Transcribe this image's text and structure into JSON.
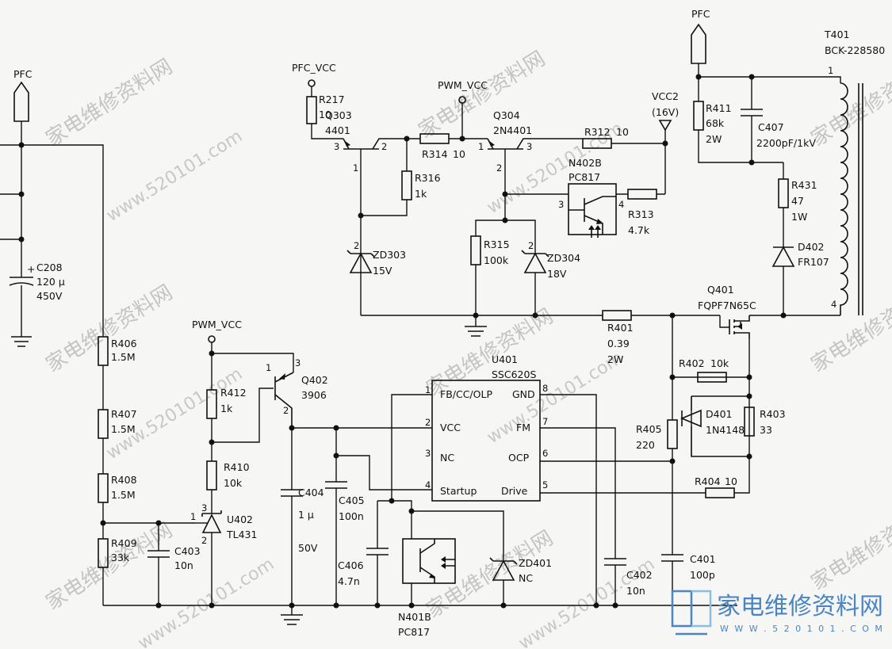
{
  "watermark": {
    "cn": "家电维修资料网",
    "url": "www.520101.com"
  },
  "logo": {
    "cn": "家电维修资料网",
    "url": "W W W . 5 2 0 1 0 1 . C O M"
  },
  "nets": {
    "pfc": "PFC",
    "pfc_vcc": "PFC_VCC",
    "pwm_vcc": "PWM_VCC",
    "vcc2": "VCC2",
    "vcc2_volt": "(16V)"
  },
  "transformer": {
    "ref": "T401",
    "part": "BCK-228580",
    "pin1": "1",
    "pin4": "4"
  },
  "ic": {
    "ref": "U401",
    "part": "SSC620S",
    "pins": [
      {
        "num": "1",
        "name": "FB/CC/OLP"
      },
      {
        "num": "2",
        "name": "VCC"
      },
      {
        "num": "3",
        "name": "NC"
      },
      {
        "num": "4",
        "name": "Startup"
      },
      {
        "num": "8",
        "name": "GND"
      },
      {
        "num": "7",
        "name": "FM"
      },
      {
        "num": "6",
        "name": "OCP"
      },
      {
        "num": "5",
        "name": "Drive"
      }
    ]
  },
  "components": {
    "c208": {
      "ref": "C208",
      "value": "120 μ",
      "rating": "450V"
    },
    "r406": {
      "ref": "R406",
      "value": "1.5M"
    },
    "r407": {
      "ref": "R407",
      "value": "1.5M"
    },
    "r408": {
      "ref": "R408",
      "value": "1.5M"
    },
    "r409": {
      "ref": "R409",
      "value": "33k"
    },
    "c403": {
      "ref": "C403",
      "value": "10n"
    },
    "u402": {
      "ref": "U402",
      "part": "TL431",
      "pin1": "1",
      "pin2": "2",
      "pin3": "3"
    },
    "r412": {
      "ref": "R412",
      "value": "1k"
    },
    "r410": {
      "ref": "R410",
      "value": "10k"
    },
    "q402": {
      "ref": "Q402",
      "part": "3906",
      "pin1": "1",
      "pin2": "2",
      "pin3": "3"
    },
    "c404": {
      "ref": "C404",
      "value": "1 μ",
      "rating": "50V"
    },
    "c405": {
      "ref": "C405",
      "value": "100n"
    },
    "c406": {
      "ref": "C406",
      "value": "4.7n"
    },
    "n401b": {
      "ref": "N401B",
      "part": "PC817"
    },
    "zd401": {
      "ref": "ZD401",
      "value": "NC"
    },
    "c402": {
      "ref": "C402",
      "value": "10n"
    },
    "c401": {
      "ref": "C401",
      "value": "100p"
    },
    "r217": {
      "ref": "R217",
      "value": "10"
    },
    "q303": {
      "ref": "Q303",
      "part": "4401",
      "pin1": "1",
      "pin2": "2",
      "pin3": "3"
    },
    "r314": {
      "ref": "R314",
      "value": "10"
    },
    "r316": {
      "ref": "R316",
      "value": "1k"
    },
    "zd303": {
      "ref": "ZD303",
      "value": "15V",
      "pin": "2"
    },
    "q304": {
      "ref": "Q304",
      "part": "2N4401",
      "pin1": "1",
      "pin2": "2",
      "pin3": "3"
    },
    "r315": {
      "ref": "R315",
      "value": "100k"
    },
    "zd304": {
      "ref": "ZD304",
      "value": "18V",
      "pin": "2"
    },
    "r312": {
      "ref": "R312",
      "value": "10"
    },
    "n402b": {
      "ref": "N402B",
      "part": "PC817",
      "pin3": "3",
      "pin4": "4"
    },
    "r313": {
      "ref": "R313",
      "value": "4.7k"
    },
    "r411": {
      "ref": "R411",
      "value": "68k",
      "rating": "2W"
    },
    "c407": {
      "ref": "C407",
      "value": "2200pF/1kV"
    },
    "r431": {
      "ref": "R431",
      "value": "47",
      "rating": "1W"
    },
    "d402": {
      "ref": "D402",
      "part": "FR107"
    },
    "q401": {
      "ref": "Q401",
      "part": "FQPF7N65C"
    },
    "r401": {
      "ref": "R401",
      "value": "0.39",
      "rating": "2W"
    },
    "r402": {
      "ref": "R402",
      "value": "10k"
    },
    "d401": {
      "ref": "D401",
      "part": "1N4148"
    },
    "r403": {
      "ref": "R403",
      "value": "33"
    },
    "r405": {
      "ref": "R405",
      "value": "220"
    },
    "r404": {
      "ref": "R404",
      "value": "10"
    }
  }
}
